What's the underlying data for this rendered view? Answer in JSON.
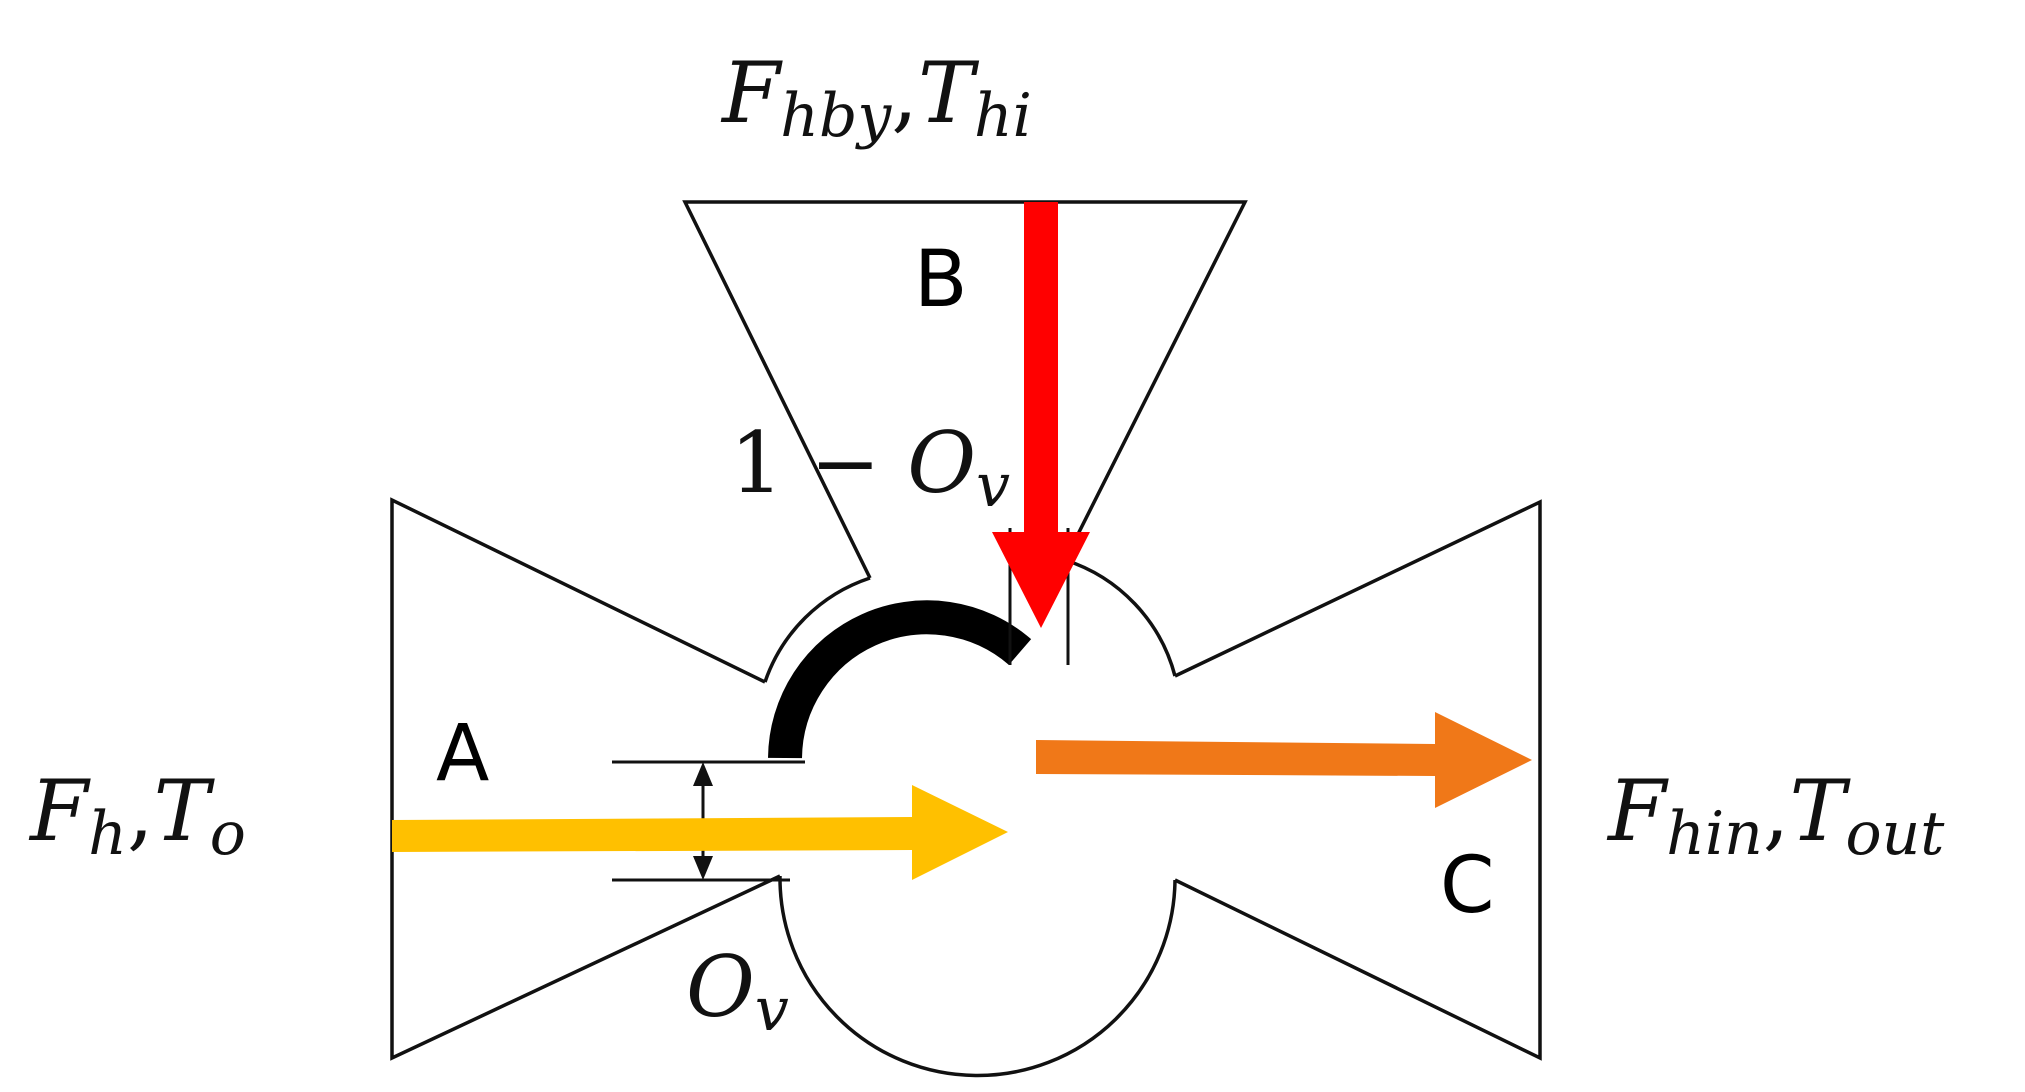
{
  "ports": {
    "a": "A",
    "b": "B",
    "c": "C"
  },
  "inlet_a": {
    "main_1": "F",
    "sub_1": "h",
    "sep": ",",
    "main_2": "T",
    "sub_2": "o"
  },
  "inlet_b": {
    "main_1": "F",
    "sub_1": "hby",
    "sep": ",",
    "main_2": "T",
    "sub_2": "hi"
  },
  "outlet_c": {
    "main_1": "F",
    "sub_1": "hin",
    "sep": ",",
    "main_2": "T",
    "sub_2": "out"
  },
  "opening_a": {
    "main": "O",
    "sub": "v"
  },
  "opening_b": {
    "prefix": "1 − ",
    "main": "O",
    "sub": "v"
  },
  "colors": {
    "flow_a": "#FFC000",
    "flow_b": "#FF0000",
    "flow_c": "#F07818",
    "valve_plug": "#000000",
    "outline": "#111111"
  }
}
